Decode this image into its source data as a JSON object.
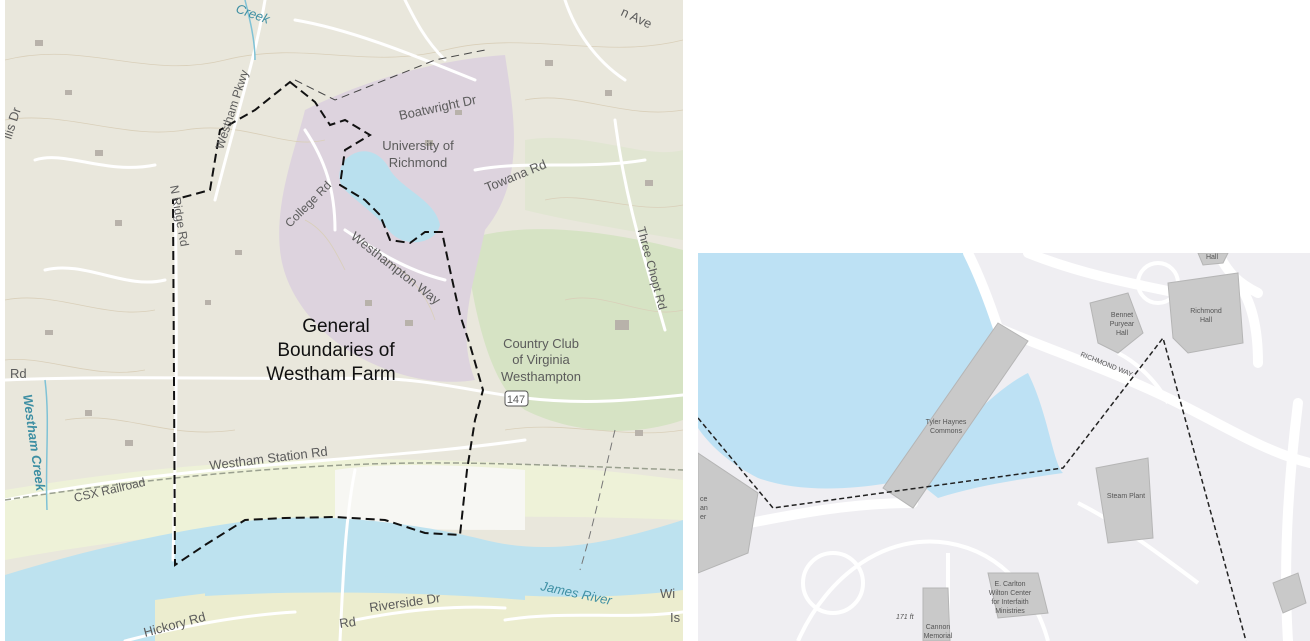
{
  "left_map": {
    "labels": {
      "creek_top": "Creek",
      "ave": "n Ave",
      "lls_dr": "llis Dr",
      "westham_pkwy": "Westham Pkwy",
      "boatwright": "Boatwright Dr",
      "university_l1": "University of",
      "university_l2": "Richmond",
      "towana": "Towana Rd",
      "three_chopt": "Three Chopt Rd",
      "n_ridge": "N Ridge Rd",
      "college": "College Rd",
      "westhampton_way": "Westhampton Way",
      "general_l1": "General",
      "general_l2": "Boundaries of",
      "general_l3": "Westham Farm",
      "country_l1": "Country Club",
      "country_l2": "of Virginia",
      "country_l3": "Westhampton",
      "rd_left": "Rd",
      "westham_creek": "Westham Creek",
      "route": "147",
      "westham_station": "Westham Station Rd",
      "csx": "CSX Railroad",
      "james_river": "James River",
      "riverside": "Riverside Dr",
      "rd_bottom": "Rd",
      "hickory": "Hickory Rd",
      "wi": "Wi",
      "is": "Is"
    }
  },
  "right_map": {
    "labels": {
      "hall_top": "Hall",
      "bennet_l1": "Bennet",
      "bennet_l2": "Puryear",
      "bennet_l3": "Hall",
      "richmond_hall_l1": "Richmond",
      "richmond_hall_l2": "Hall",
      "richmond_way": "RICHMOND WAY",
      "tyler_l1": "Tyler Haynes",
      "tyler_l2": "Commons",
      "steam_plant": "Steam Plant",
      "left_bld_l1": "ce",
      "left_bld_l2": "an",
      "left_bld_l3": "er",
      "carlton_l1": "E. Carlton",
      "carlton_l2": "Wilton Center",
      "carlton_l3": "for Interfaith",
      "carlton_l4": "Ministries",
      "elev": "171 ft",
      "cannon_l1": "Cannon",
      "cannon_l2": "Memorial"
    }
  }
}
